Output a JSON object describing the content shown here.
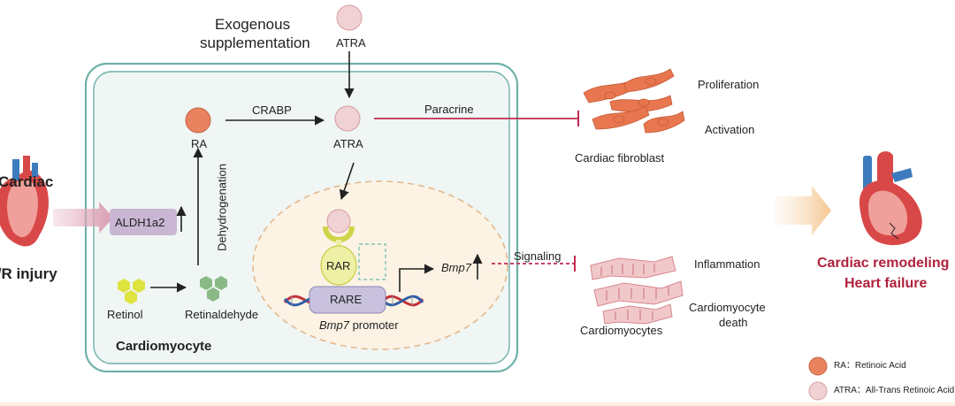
{
  "left": {
    "title_line1": "Cardiac",
    "title_line2": "I/R injury"
  },
  "exogenous": {
    "line1": "Exogenous",
    "line2": "supplementation",
    "atra_label": "ATRA"
  },
  "cell": {
    "title": "Cardiomyocyte",
    "ra_label": "RA",
    "crabp_label": "CRABP",
    "atra_label": "ATRA",
    "aldh_label": "ALDH1a2",
    "dehydrogenation_label": "Dehydrogenation",
    "retinol_label": "Retinol",
    "retinaldehyde_label": "Retinaldehyde"
  },
  "nucleus": {
    "rar_label": "RAR",
    "rare_label": "RARE",
    "bmp7_label": "Bmp7",
    "promoter_italic": "Bmp7",
    "promoter_rest": " promoter"
  },
  "paracrine": {
    "label": "Paracrine",
    "target_label": "Cardiac fibroblast",
    "effect1": "Proliferation",
    "effect2": "Activation"
  },
  "signaling": {
    "label": "Signaling",
    "target_label": "Cardiomyocytes",
    "effect1": "Inflammation",
    "effect2_line1": "Cardiomyocyte",
    "effect2_line2": "death"
  },
  "outcome": {
    "line1": "Cardiac remodeling",
    "line2": "Heart failure"
  },
  "legend": {
    "ra": "RA：Retinoic Acid",
    "atra": "ATRA：All-Trans Retinoic Acid"
  },
  "colors": {
    "ra": "#e8825f",
    "atra": "#f0d2d4",
    "cell_border": "#6fb1a8",
    "cell_fill": "#eff6f4",
    "nucleus_fill": "#fcf3e4",
    "rar": "#eef0a5",
    "rare": "#c9c2de",
    "aldh": "#c8b6d2",
    "retinol": "#dfe33f",
    "retinaldehyde": "#89ba86",
    "inhibit": "#c02a53",
    "outcome_text": "#b0223c",
    "fibroblast": "#e8774f",
    "cardiomyocyte": "#e6a9ad"
  }
}
